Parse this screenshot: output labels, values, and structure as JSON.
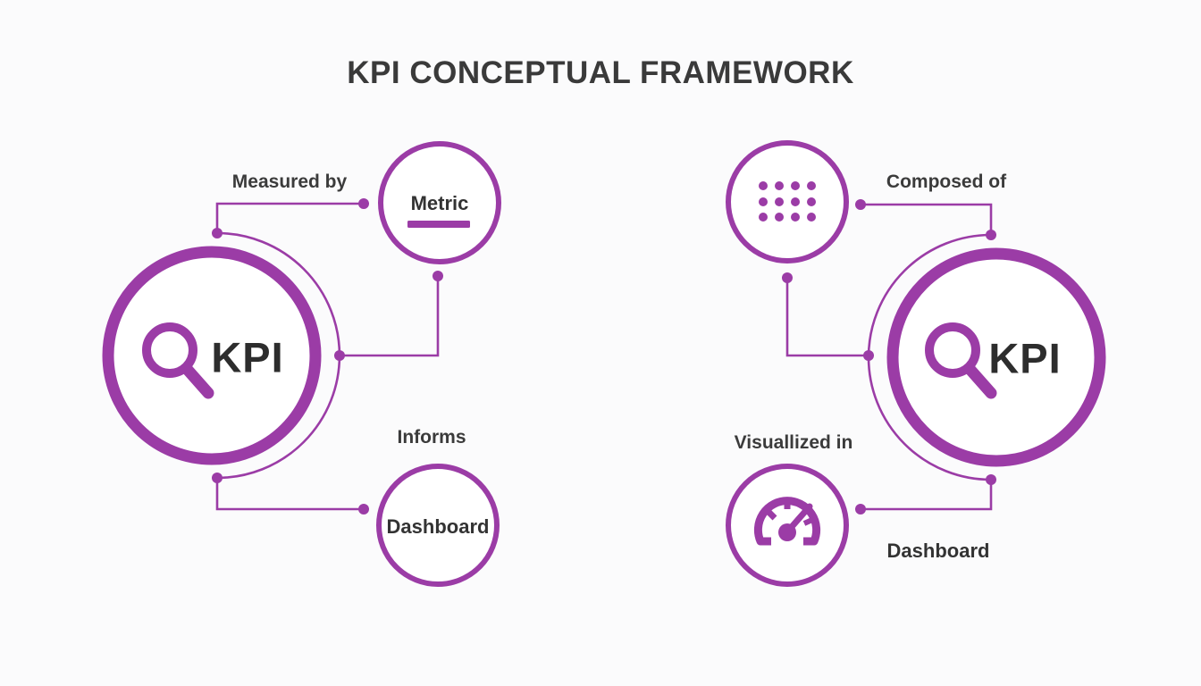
{
  "title": "KPI CONCEPTUAL FRAMEWORK",
  "colors": {
    "accent_purple": "#9b3ca6",
    "text_dark": "#3a3a3a",
    "background": "#fbfbfc"
  },
  "left_diagram": {
    "hub_label": "KPI",
    "hub_icon": "magnifier-icon",
    "measured_by_label": "Measured by",
    "metric_node_label": "Metric",
    "informs_label": "Informs",
    "dashboard_node_label": "Dashboard"
  },
  "right_diagram": {
    "hub_label": "KPI",
    "hub_icon": "magnifier-icon",
    "composed_of_label": "Composed of",
    "metrics_node_icon": "grid-dots-icon",
    "visualized_in_label": "Visuallized in",
    "dashboard_node_icon": "gauge-icon",
    "dashboard_node_label": "Dashboard"
  }
}
